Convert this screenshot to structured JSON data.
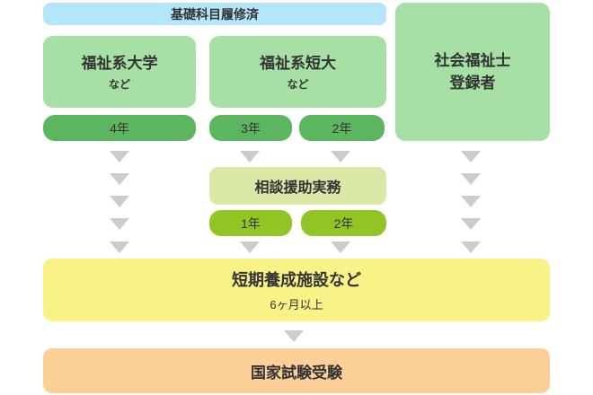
{
  "colors": {
    "banner_blue": "#b3e6f9",
    "light_green": "#a6e0a4",
    "dark_green_pill": "#5cb660",
    "pale_lime_box": "#d9e8a5",
    "lime_pill": "#93c425",
    "yellow_box": "#f9f287",
    "orange_box": "#fbcf97",
    "arrow_gray": "#cccccc",
    "text": "#333333"
  },
  "banner": {
    "label": "基礎科目履修済"
  },
  "columns": {
    "university": {
      "title": "福祉系大学",
      "subtitle": "など",
      "duration": "4年"
    },
    "junior_college": {
      "title": "福祉系短大",
      "subtitle": "など",
      "duration_3": "3年",
      "duration_2": "2年"
    },
    "social_worker": {
      "line1": "社会福祉士",
      "line2": "登録者"
    }
  },
  "practical_work": {
    "title": "相談援助実務",
    "duration_1": "1年",
    "duration_2": "2年"
  },
  "short_term_facility": {
    "title": "短期養成施設など",
    "subtitle": "6ヶ月以上"
  },
  "national_exam": {
    "title": "国家試験受験"
  }
}
